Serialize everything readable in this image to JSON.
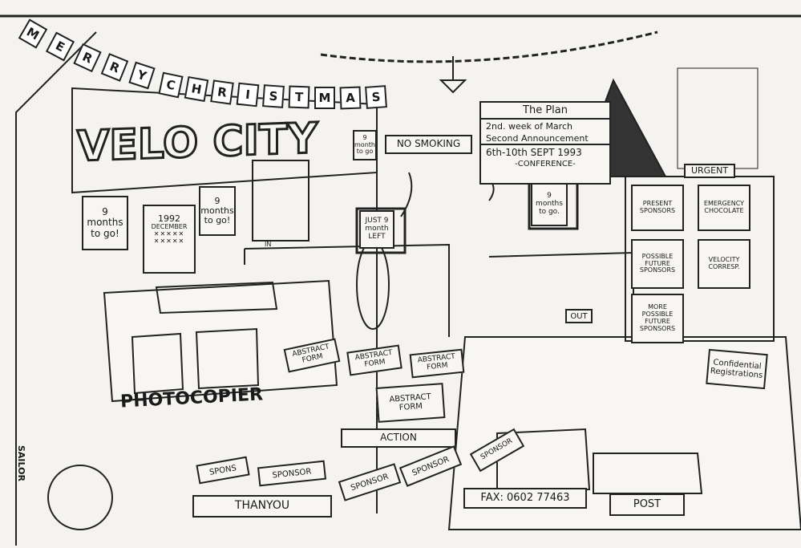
{
  "banner": {
    "letters": [
      "M",
      "E",
      "R",
      "R",
      "Y",
      "C",
      "H",
      "R",
      "I",
      "S",
      "T",
      "M",
      "A",
      "S"
    ]
  },
  "velo_sign": "VELO CITY",
  "small_sign": "9 month to go",
  "no_smoking": "NO SMOKING",
  "plan": {
    "title": "The Plan",
    "line1": "2nd. week of March",
    "line2": "Second Announcement",
    "line3": "6th-10th SEPT 1993",
    "line4": "-CONFERENCE-"
  },
  "urgent": "URGENT",
  "posters": {
    "left": "9 months to go!",
    "mid": "9 months to go!"
  },
  "calendar": {
    "year": "1992",
    "month": "DECEMBER"
  },
  "in_tray": "IN",
  "monitor_left": "JUST 9 month LEFT",
  "monitor_right": "9 months to go.",
  "shelves": [
    "PRESENT SPONSORS",
    "EMERGENCY CHOCOLATE",
    "POSSIBLE FUTURE SPONSORS",
    "VELOCITY CORRESP.",
    "MORE POSSIBLE FUTURE SPONSORS"
  ],
  "out_bin": "OUT",
  "confidential": "Confidential Registrations",
  "abstract_forms": [
    "ABSTRACT FORM",
    "ABSTRACT FORM",
    "ABSTRACT FORM"
  ],
  "action_tray": {
    "form": "ABSTRACT FORM",
    "label": "ACTION"
  },
  "photocopier": "PHOTOCOPIER",
  "signature": "SAILOR",
  "thanyou_tray": {
    "papers": [
      "SPONS",
      "SPONSOR"
    ],
    "label": "THANYOU"
  },
  "floor_papers": [
    "SPONSOR",
    "SPONSOR"
  ],
  "fax": {
    "paper": "SPONSOR",
    "label": "FAX: 0602 77463"
  },
  "post": "POST"
}
